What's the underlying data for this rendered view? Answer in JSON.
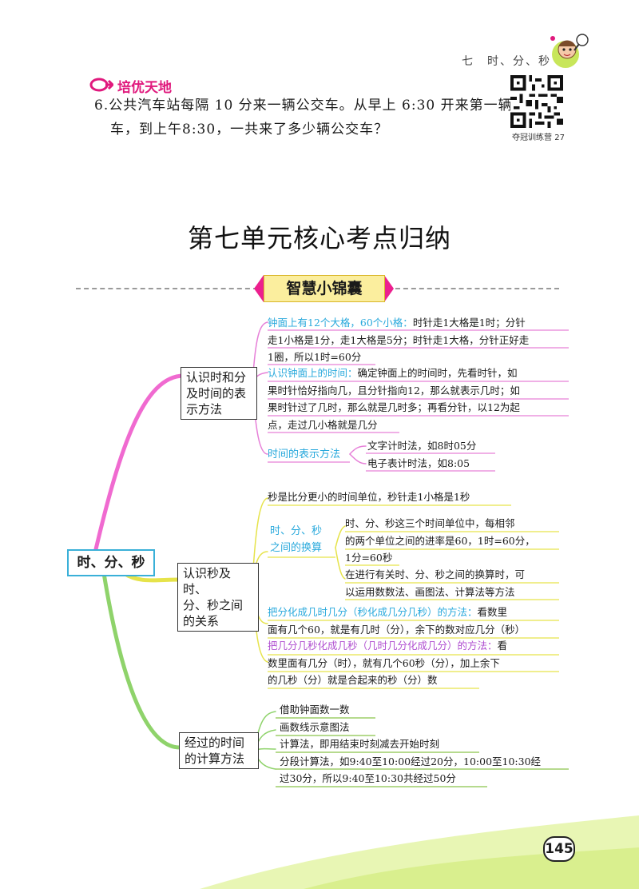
{
  "header": {
    "chapter": "七　时、分、秒"
  },
  "section": {
    "title": "培优天地"
  },
  "question": {
    "line1": "6.公共汽车站每隔 10 分来一辆公交车。从早上 6:30 开来第一辆",
    "line2": "车，到上午8:30，一共来了多少辆公交车？"
  },
  "qr": {
    "caption": "夺冠训练营 27"
  },
  "main_title": "第七单元核心考点归纳",
  "banner": "智慧小锦囊",
  "mindmap": {
    "root": "时、分、秒",
    "b1": {
      "title": [
        "认识时和分",
        "及时间的表",
        "示方法"
      ],
      "i1": {
        "label": "钟面上有12个大格，60个小格：",
        "lines": [
          "时针走1大格是1时；分针",
          "走1小格是1分，走1大格是5分；时针走1大格，分针正好走",
          "1圈，所以1时=60分"
        ]
      },
      "i2": {
        "label": "认识钟面上的时间：",
        "lines": [
          "确定钟面上的时间时，先看时针，如",
          "果时针恰好指向几，且分针指向12，那么就表示几时；如",
          "果时针过了几时，那么就是几时多；再看分针，以12为起",
          "点，走过几小格就是几分"
        ]
      },
      "i3": {
        "label": "时间的表示方法",
        "subs": [
          "文字计时法，如8时05分",
          "电子表计时法，如8:05"
        ]
      }
    },
    "b2": {
      "title": [
        "认识秒及时、",
        "分、秒之间",
        "的关系"
      ],
      "i1": "秒是比分更小的时间单位，秒针走1小格是1秒",
      "i2": {
        "label": [
          "时、分、秒",
          "之间的换算"
        ],
        "s1": [
          "时、分、秒这三个时间单位中，每相邻",
          "的两个单位之间的进率是60，1时=60分，",
          "1分=60秒"
        ],
        "s2": [
          "在进行有关时、分、秒之间的换算时，可",
          "以运用数数法、画图法、计算法等方法"
        ]
      },
      "i3": {
        "label": "把分化成几时几分（秒化成几分几秒）的方法：",
        "lines": [
          "看数里",
          "面有几个60，就是有几时（分），余下的数对应几分（秒）"
        ]
      },
      "i4": {
        "label": "把几分几秒化成几秒（几时几分化成几分）的方法：",
        "lines": [
          "看",
          "数里面有几分（时），就有几个60秒（分），加上余下",
          "的几秒（分）就是合起来的秒（分）数"
        ]
      }
    },
    "b3": {
      "title": [
        "经过的时间",
        "的计算方法"
      ],
      "items": [
        "借助钟面数一数",
        "画数线示意图法",
        "计算法，即用结束时刻减去开始时刻",
        "分段计算法，如9:40至10:00经过20分，10:00至10:30经",
        "过30分，所以9:40至10:30共经过50分"
      ]
    }
  },
  "page_number": "145",
  "colors": {
    "pink": "#ec1f8e",
    "label_blue": "#29a9dc",
    "label_green": "#6cc04a",
    "banner_yellow": "#fbee9e",
    "hill_green": "#d9ef8e"
  }
}
